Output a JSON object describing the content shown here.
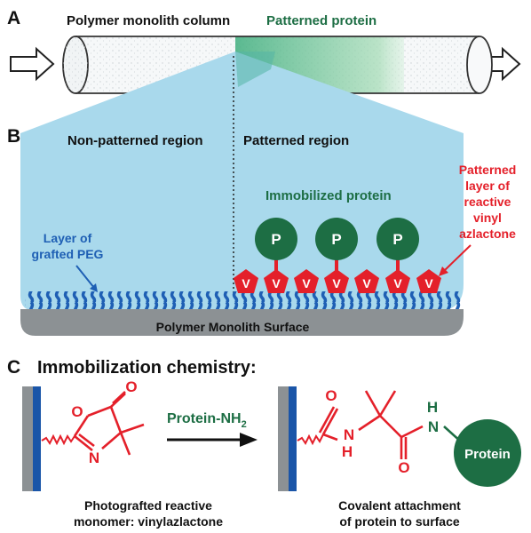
{
  "panel_a": {
    "letter": "A",
    "column_label": "Polymer monolith column",
    "patterned_label": "Patterned protein"
  },
  "panel_b": {
    "letter": "B",
    "non_patterned_label": "Non-patterned region",
    "patterned_label": "Patterned region",
    "immobilized_label": "Immobilized protein",
    "peg_label": [
      "Layer of",
      "grafted PEG"
    ],
    "azlactone_label": [
      "Patterned",
      "layer of",
      "reactive",
      "vinyl",
      "azlactone"
    ],
    "surface_label": "Polymer Monolith Surface",
    "protein_symbol": "P",
    "azlactone_symbol": "V"
  },
  "panel_c": {
    "letter": "C",
    "title": "Immobilization chemistry:",
    "reagent": "Protein-NH",
    "reagent_subscript": "2",
    "left_caption": [
      "Photografted reactive",
      "monomer: vinylazlactone"
    ],
    "right_caption": [
      "Covalent attachment",
      "of protein to surface"
    ],
    "protein_label": "Protein",
    "atoms": {
      "O": "O",
      "N": "N",
      "H": "H"
    }
  },
  "colors": {
    "light_blue": "#a9d9ec",
    "peg_blue": "#1e5fb4",
    "protein_green": "#1d6e44",
    "patterned_green": "#2f9a64",
    "red": "#e4202a",
    "surface_gray": "#8c9194",
    "wall_blue": "#1a55a8"
  }
}
